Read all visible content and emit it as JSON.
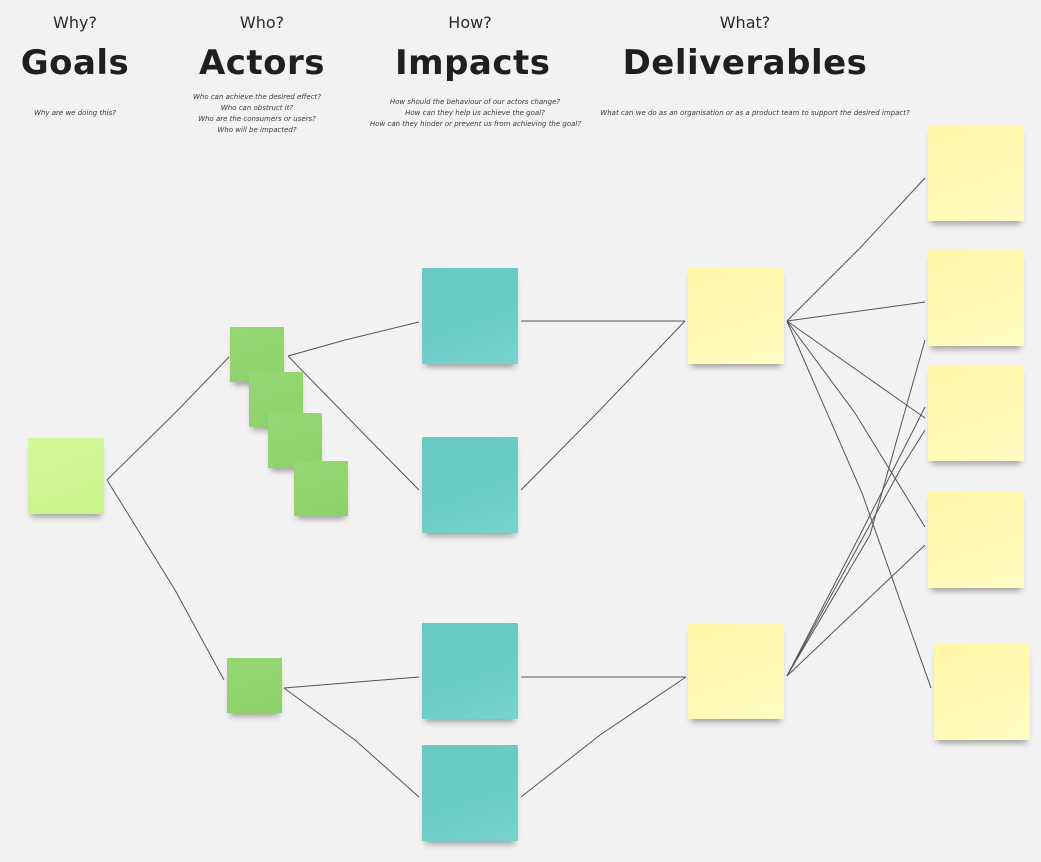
{
  "columns": {
    "goals": {
      "question": "Why?",
      "title": "Goals",
      "lines": [
        "Why are we doing this?"
      ]
    },
    "actors": {
      "question": "Who?",
      "title": "Actors",
      "lines": [
        "Who can achieve the desired effect?",
        "Who can obstruct it?",
        "Who are the consumers or users?",
        "Who will be impacted?"
      ]
    },
    "impacts": {
      "question": "How?",
      "title": "Impacts",
      "lines": [
        "How should the behaviour of our actors change?",
        "How can they help us achieve the goal?",
        "How can they hinder or prevent us from achieving the goal?"
      ]
    },
    "deliverables": {
      "question": "What?",
      "title": "Deliverables",
      "lines": [
        "What can we do as an organisation or as a product team to support the desired impact?"
      ]
    }
  },
  "colors": {
    "background": "#f2f2f2",
    "goal_note": "#ccf58e",
    "actor_note": "#90d26c",
    "impact_note": "#6acbc3",
    "deliverable_note": "#fff8b0",
    "connector": "#555555"
  }
}
